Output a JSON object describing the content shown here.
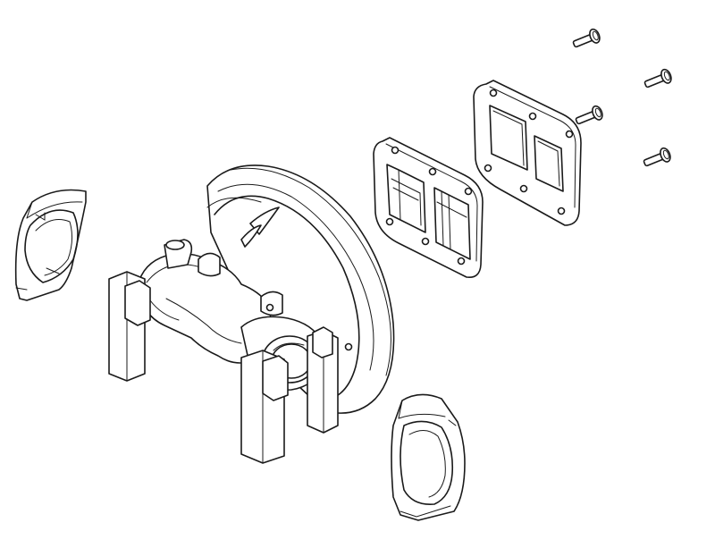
{
  "drawing": {
    "style": "exploded-view line drawing",
    "stroke_color": "#1a1a1a",
    "background_color": "#ffffff",
    "parts": [
      {
        "name": "bolt",
        "count": 4
      },
      {
        "name": "cover-plate",
        "count": 1
      },
      {
        "name": "gasket",
        "count": 1
      },
      {
        "name": "pump-housing",
        "count": 1
      },
      {
        "name": "clamp-ring-half",
        "count": 2
      }
    ]
  }
}
